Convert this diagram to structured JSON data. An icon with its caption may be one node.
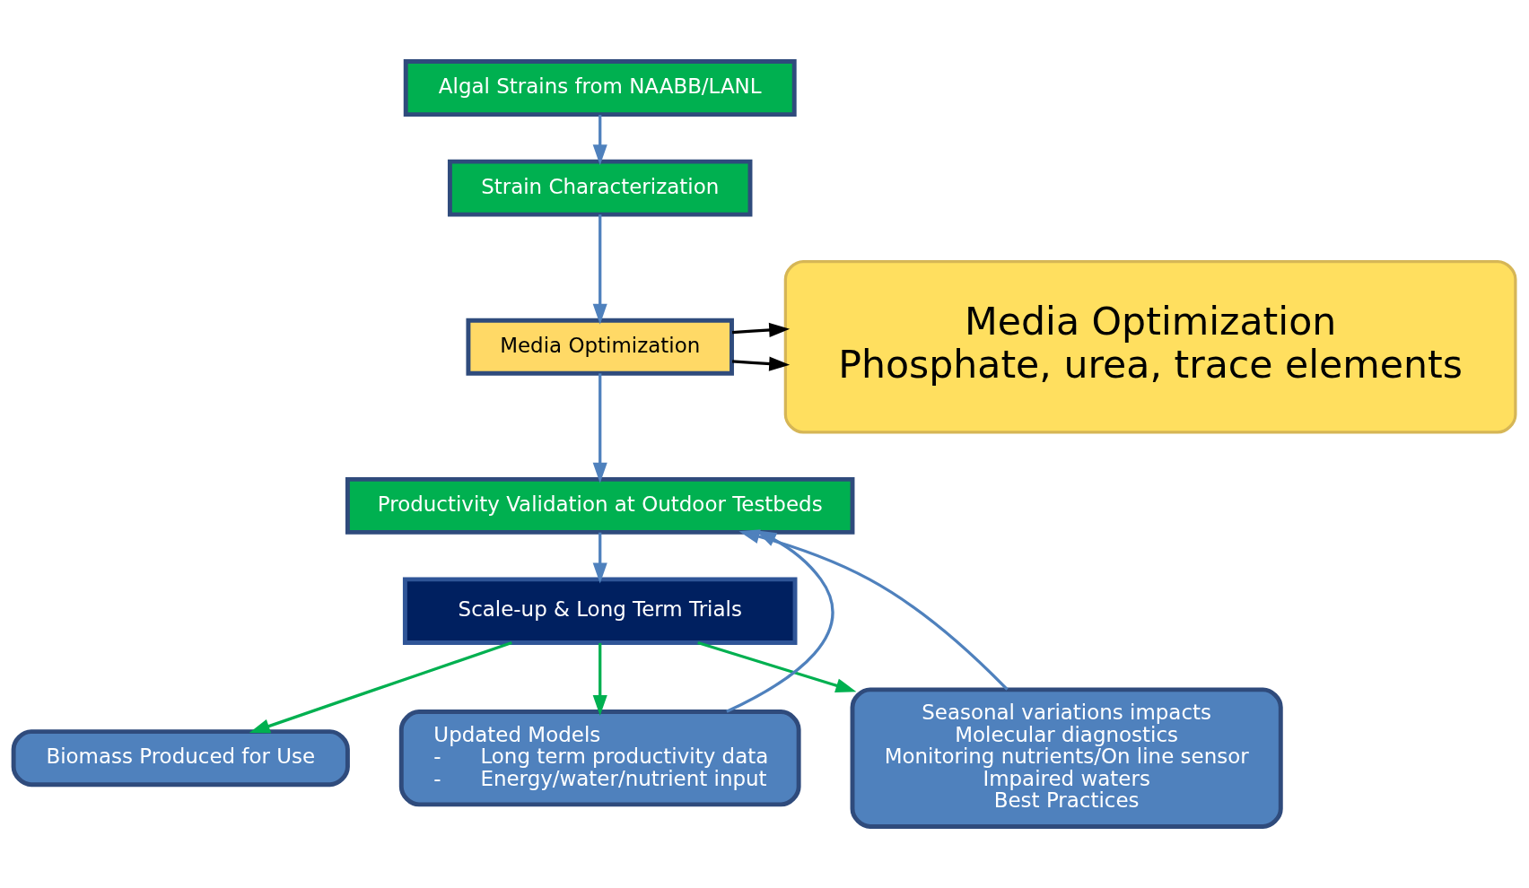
{
  "diagram": {
    "nodes": [
      {
        "text": [
          "Algal Strains from NAABB/LANL"
        ]
      },
      {
        "text": [
          "Strain Characterization"
        ]
      },
      {
        "text": [
          "Media Optimization"
        ]
      },
      {
        "text": [
          "Media Optimization",
          "Phosphate, urea, trace elements"
        ]
      },
      {
        "text": [
          "Productivity Validation at Outdoor Testbeds"
        ]
      },
      {
        "text": [
          "Scale-up & Long Term Trials"
        ]
      },
      {
        "text": [
          "Biomass Produced for Use"
        ]
      },
      {
        "text": [
          "Updated Models",
          "-      Long term productivity data",
          "-      Energy/water/nutrient input"
        ]
      },
      {
        "text": [
          "Seasonal variations impacts",
          "Molecular diagnostics",
          "Monitoring nutrients/On line sensor",
          "Impaired waters",
          "Best Practices"
        ]
      }
    ],
    "edges": [
      {
        "from": 0,
        "to": 1,
        "arrow": "to"
      },
      {
        "from": 1,
        "to": 2,
        "arrow": "to"
      },
      {
        "from": 2,
        "to": 3,
        "arrow": "to",
        "color": "#000000"
      },
      {
        "from": 2,
        "to": 3,
        "arrow": "to",
        "color": "#000000"
      },
      {
        "from": 2,
        "to": 4,
        "arrow": "to"
      },
      {
        "from": 4,
        "to": 5,
        "arrow": "to"
      },
      {
        "from": 5,
        "to": 6,
        "arrow": "to",
        "color": "#00b050"
      },
      {
        "from": 5,
        "to": 8,
        "arrow": "to",
        "color": "#00b050"
      },
      {
        "from": 5,
        "to": 7,
        "arrow": "to",
        "color": "#00b050"
      },
      {
        "from": 7,
        "to": 4,
        "arrow": "to"
      },
      {
        "from": 8,
        "to": 4,
        "arrow": "to"
      }
    ]
  }
}
